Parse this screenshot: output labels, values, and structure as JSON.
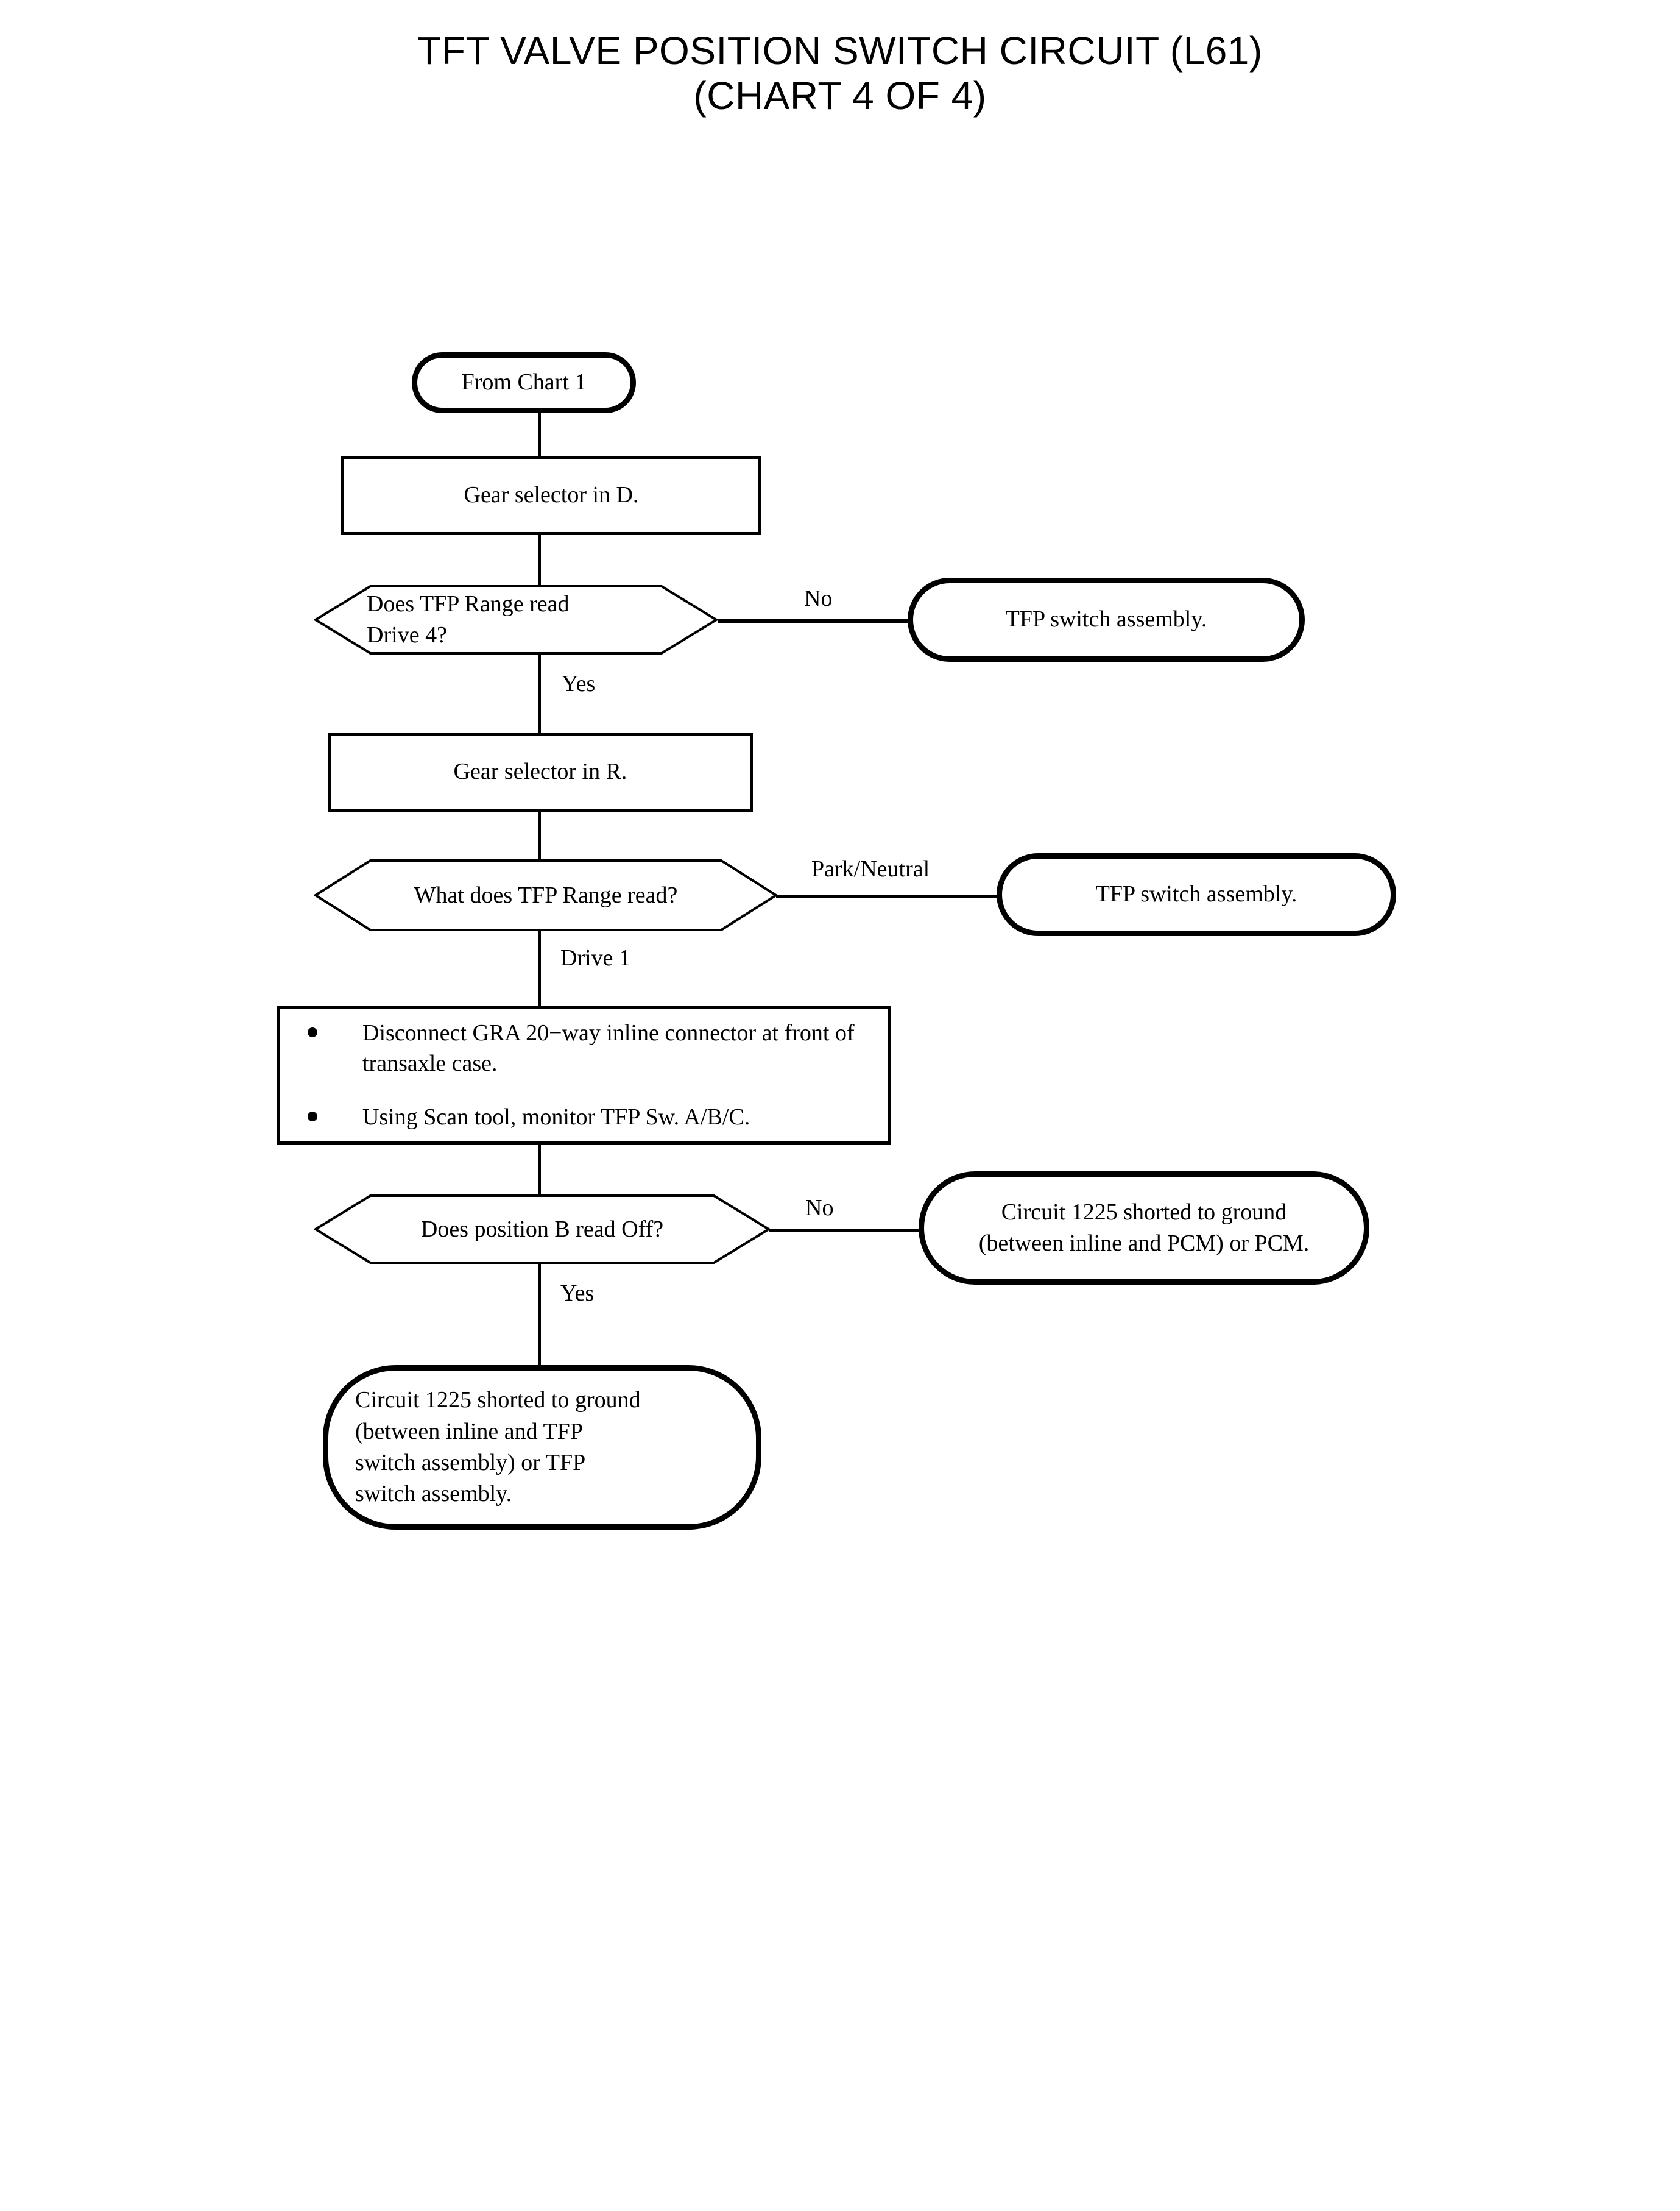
{
  "title": {
    "line1": "TFT VALVE POSITION SWITCH CIRCUIT (L61)",
    "line2": "(CHART 4 OF 4)"
  },
  "chart_data": {
    "type": "flowchart",
    "title": "TFT VALVE POSITION SWITCH CIRCUIT (L61) (CHART 4 OF 4)",
    "nodes": [
      {
        "id": "start",
        "shape": "terminal",
        "text": "From Chart 1"
      },
      {
        "id": "proc1",
        "shape": "process",
        "text": "Gear selector in D."
      },
      {
        "id": "dec1",
        "shape": "decision",
        "text": "Does TFP Range read\nDrive 4?"
      },
      {
        "id": "res1",
        "shape": "terminal",
        "text": "TFP switch assembly."
      },
      {
        "id": "proc2",
        "shape": "process",
        "text": "Gear selector in R."
      },
      {
        "id": "dec2",
        "shape": "decision",
        "text": "What does TFP Range read?"
      },
      {
        "id": "res2",
        "shape": "terminal",
        "text": "TFP switch assembly."
      },
      {
        "id": "steps",
        "shape": "process-bullets",
        "bullets": [
          "Disconnect GRA 20−way inline connector at front of transaxle case.",
          "Using Scan tool, monitor TFP Sw. A/B/C."
        ]
      },
      {
        "id": "dec3",
        "shape": "decision",
        "text": "Does position B read Off?"
      },
      {
        "id": "res3",
        "shape": "terminal",
        "text": "Circuit 1225 shorted to ground\n(between inline and PCM) or PCM."
      },
      {
        "id": "res4",
        "shape": "terminal",
        "text": "Circuit 1225 shorted to ground\n(between inline and TFP\nswitch assembly) or TFP\nswitch assembly."
      }
    ],
    "edges": [
      {
        "from": "start",
        "to": "proc1",
        "label": ""
      },
      {
        "from": "proc1",
        "to": "dec1",
        "label": ""
      },
      {
        "from": "dec1",
        "to": "res1",
        "label": "No"
      },
      {
        "from": "dec1",
        "to": "proc2",
        "label": "Yes"
      },
      {
        "from": "proc2",
        "to": "dec2",
        "label": ""
      },
      {
        "from": "dec2",
        "to": "res2",
        "label": "Park/Neutral"
      },
      {
        "from": "dec2",
        "to": "steps",
        "label": "Drive 1"
      },
      {
        "from": "steps",
        "to": "dec3",
        "label": ""
      },
      {
        "from": "dec3",
        "to": "res3",
        "label": "No"
      },
      {
        "from": "dec3",
        "to": "res4",
        "label": "Yes"
      }
    ],
    "colors": {
      "stroke": "#000000",
      "fill": "#ffffff",
      "text": "#000000"
    }
  },
  "nodes": {
    "start": {
      "text": "From Chart 1"
    },
    "proc1": {
      "text": "Gear selector in D."
    },
    "dec1": {
      "text": "Does TFP Range read\nDrive 4?"
    },
    "res1": {
      "text": "TFP switch assembly."
    },
    "proc2": {
      "text": "Gear selector in R."
    },
    "dec2": {
      "text": "What does TFP Range read?"
    },
    "res2": {
      "text": "TFP switch assembly."
    },
    "steps": {
      "bullet1": "Disconnect GRA 20−way inline connector at front of transaxle case.",
      "bullet2": "Using Scan tool, monitor TFP Sw. A/B/C."
    },
    "dec3": {
      "text": "Does position B read Off?"
    },
    "res3": {
      "text": "Circuit 1225 shorted to ground\n(between inline and PCM) or PCM."
    },
    "res4": {
      "text": "Circuit 1225 shorted to ground\n(between inline and TFP\nswitch assembly) or TFP\nswitch assembly."
    }
  },
  "labels": {
    "no1": "No",
    "yes1": "Yes",
    "park_neutral": "Park/Neutral",
    "drive1": "Drive 1",
    "no2": "No",
    "yes2": "Yes"
  }
}
